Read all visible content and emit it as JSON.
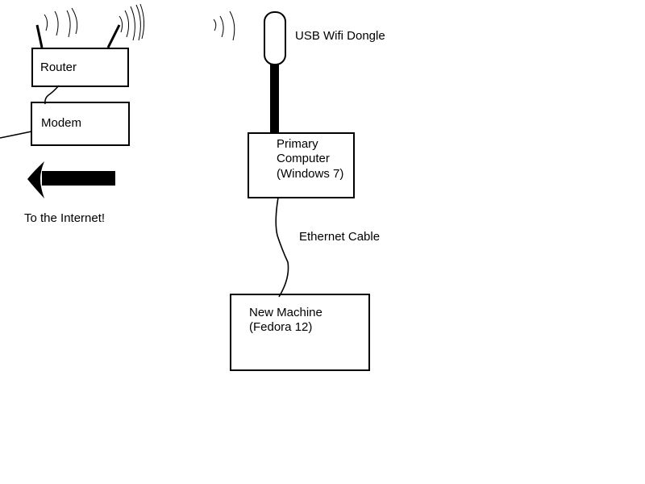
{
  "labels": {
    "router": "Router",
    "modem": "Modem",
    "internet": "To the Internet!",
    "dongle": "USB Wifi Dongle",
    "primary_line1": "Primary",
    "primary_line2": "Computer",
    "primary_line3": "(Windows 7)",
    "ethernet": "Ethernet Cable",
    "new_line1": "New Machine",
    "new_line2": "(Fedora 12)"
  },
  "icons": {
    "wifi_waves": "wifi-signal-waves",
    "arrow": "left-arrow"
  },
  "colors": {
    "ink": "#000000",
    "background": "#ffffff"
  }
}
